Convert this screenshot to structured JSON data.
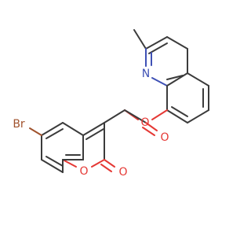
{
  "atoms": {
    "nitrogen": "N",
    "ester_oxygen": "O",
    "carbonyl_oxygen": "O",
    "ring_oxygen": "O",
    "lactone_oxygen": "O",
    "bromine": "Br"
  },
  "colors": {
    "bond": "#3b3b3b",
    "oxygen": "#e53935",
    "nitrogen": "#3f51b5",
    "bromine": "#a0522d",
    "background": "#ffffff"
  }
}
